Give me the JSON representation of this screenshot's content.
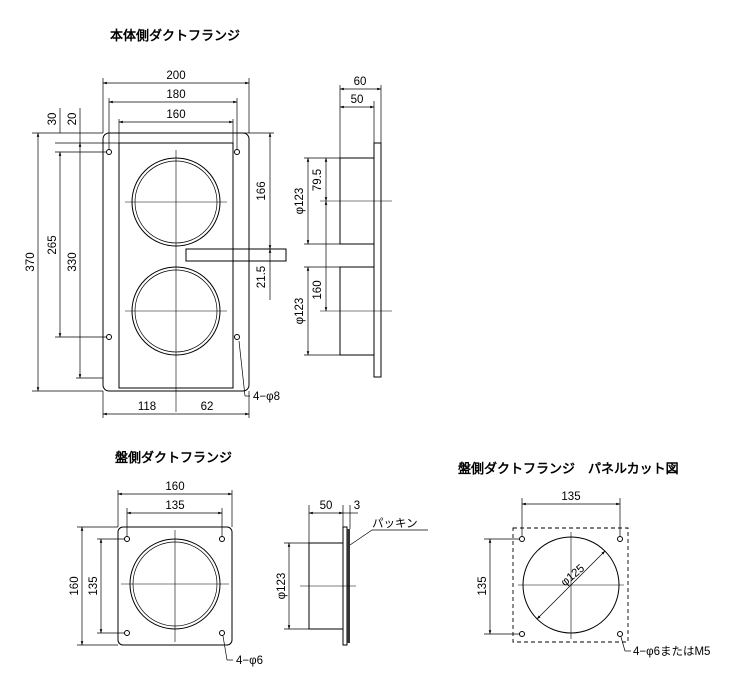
{
  "views": {
    "main_title": "本体側ダクトフランジ",
    "panel_title": "盤側ダクトフランジ",
    "cutout_title": "盤側ダクトフランジ　パネルカット図"
  },
  "main_front": {
    "width_200": "200",
    "width_180": "180",
    "width_160": "160",
    "height_370": "370",
    "height_330": "330",
    "height_265": "265",
    "top_30": "30",
    "top_20": "20",
    "spacing_166": "166",
    "spacing_21_5": "21.5",
    "bottom_118": "118",
    "bottom_62": "62",
    "holes": "4−φ8"
  },
  "main_side": {
    "depth_60": "60",
    "depth_50": "50",
    "dia_upper": "φ123",
    "dia_lower": "φ123",
    "offset_79_5": "79.5",
    "spacing_160": "160"
  },
  "panel_front": {
    "width_160": "160",
    "width_135": "135",
    "height_160": "160",
    "height_135": "135",
    "holes": "4−φ6"
  },
  "panel_side": {
    "depth_50": "50",
    "gasket_3": "3",
    "gasket_label": "パッキン",
    "dia": "φ123"
  },
  "cutout": {
    "width_135": "135",
    "height_135": "135",
    "dia": "φ125",
    "holes": "4−φ6またはM5"
  }
}
